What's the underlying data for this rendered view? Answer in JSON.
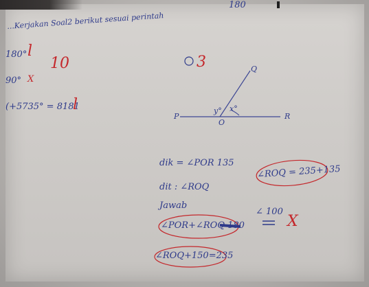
{
  "header": {
    "top_number": "180",
    "instruction": "...Kerjakan Soal2 berikut sesuai perintah"
  },
  "answers": [
    {
      "text": "180°",
      "mark": "l",
      "score": "10"
    },
    {
      "text": "90°",
      "mark": "X"
    },
    {
      "text": "(+5735° = 8181",
      "mark": "l"
    }
  ],
  "problem": {
    "number": "3",
    "angle_labels": {
      "y": "y°",
      "x": "x°"
    },
    "point_labels": {
      "P": "P",
      "R": "R",
      "O": "O",
      "Q": "Q"
    },
    "known": "dik = ∠POR 135",
    "asked": "dit : ∠ROQ",
    "answer_label": "Jawab",
    "eq1": "∠POR+∠ROQ 180",
    "eq2": "∠ROQ+150=235",
    "side_eq": "∠ROQ = 235+135",
    "side_value": "∠ 100",
    "side_mark": "X"
  },
  "colors": {
    "ink_blue": "#2e3a8a",
    "ink_red": "#c4272b",
    "paper": "#d3d0cd"
  }
}
